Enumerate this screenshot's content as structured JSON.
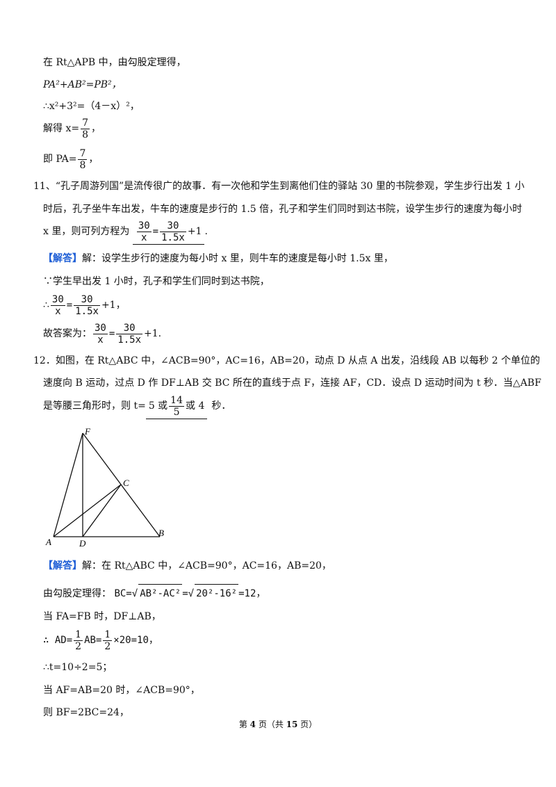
{
  "lines": {
    "l1": "在 Rt△APB 中，由勾股定理得，",
    "l2": "PA²+AB²=PB²，",
    "l3": "∴x²+3²=（4－x）²，",
    "l4a": "解得 x=",
    "l4n": "7",
    "l4d": "8",
    "l4b": "，",
    "l5a": "即 PA=",
    "l5n": "7",
    "l5d": "8",
    "l5b": "，"
  },
  "q11": {
    "line1": "11、“孔子周游列国”是流传很广的故事．有一次他和学生到离他们住的驿站 30 里的书院参观，学生步行出发 1 小",
    "line2": "时后，孔子坐牛车出发，牛车的速度是步行的 1.5 倍，孔子和学生们同时到达书院，设学生步行的速度为每小时",
    "line3a": "x 里，则可列方程为",
    "f1n": "30",
    "f1d": "x",
    "eq": "=",
    "f2n": "30",
    "f2d": "1.5x",
    "plus": "+1",
    "line3b": ".",
    "ans_tag": "【解答】",
    "ans1": "解：设学生步行的速度为每小时 x 里，则牛车的速度是每小时 1.5x 里，",
    "ans2": "∵学生早出发 1 小时，孔子和学生们同时到达书院，",
    "ans3a": "∴",
    "ans4a": "故答案为：",
    "end": "."
  },
  "q12": {
    "line1": "12．如图，在 Rt△ABC 中，∠ACB=90°，AC=16，AB=20，动点 D 从点 A 出发，沿线段 AB 以每秒 2 个单位的",
    "line2": "速度向 B 运动，过点 D 作 DF⊥AB 交 BC 所在的直线于点 F，连接 AF，CD．设点 D 运动时间为 t 秒．当△ABF",
    "line3a": "是等腰三角形时，则 t=",
    "blank_a": "5 或",
    "fn": "14",
    "fd": "5",
    "blank_b": "或 4",
    "line3b": "秒．",
    "fig": {
      "F": "F",
      "C": "C",
      "A": "A",
      "D": "D",
      "B": "B"
    },
    "ans_tag": "【解答】",
    "ans1": "解：在 Rt△ABC 中，∠ACB=90°，AC=16，AB=20，",
    "ans2a": "由勾股定理得：",
    "bc": "BC=",
    "rad1": "AB²-AC²",
    "eq2": "=",
    "rad2": "20²-16²",
    "res": "=12，",
    "ans3": "当 FA=FB 时，DF⊥AB，",
    "ans4a": "∴ AD=",
    "hn": "1",
    "hd": "2",
    "ans4b": "AB=",
    "ans4c": "×20=10，",
    "ans5": "∴t=10÷2=5；",
    "ans6": "当 AF=AB=20 时，∠ACB=90°，",
    "ans7": "则 BF=2BC=24，"
  },
  "footer": {
    "a": "第 ",
    "cur": "4",
    "b": " 页（共 ",
    "tot": "15",
    "c": " 页）"
  }
}
